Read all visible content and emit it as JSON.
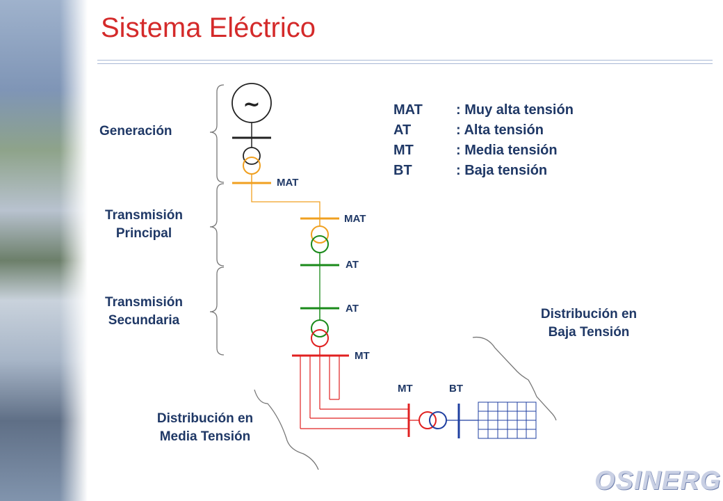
{
  "title": "Sistema Eléctrico",
  "generator_symbol": "~",
  "stages": {
    "generacion": "Generación",
    "transmision_principal": [
      "Transmisión",
      "Principal"
    ],
    "transmision_secundaria": [
      "Transmisión",
      "Secundaria"
    ],
    "distribucion_media": [
      "Distribución en",
      "Media Tensión"
    ],
    "distribucion_baja": [
      "Distribución en",
      "Baja Tensión"
    ]
  },
  "bus_labels": {
    "gen_mat": "MAT",
    "tp_mat": "MAT",
    "tp_at": "AT",
    "ts_at": "AT",
    "ts_mt": "MT",
    "dist_mt": "MT",
    "dist_bt": "BT"
  },
  "legend": [
    {
      "abbr": "MAT",
      "desc": ": Muy alta tensión"
    },
    {
      "abbr": "AT",
      "desc": ": Alta tensión"
    },
    {
      "abbr": "MT",
      "desc": ": Media tensión"
    },
    {
      "abbr": "BT",
      "desc": ": Baja tensión"
    }
  ],
  "colors": {
    "mat": "#f0a020",
    "at": "#1a8a1a",
    "mt": "#e02020",
    "bt": "#1f3fa0",
    "black": "#222222",
    "text": "#1f3866",
    "title": "#d42a2a"
  },
  "logo": "OSINERG"
}
